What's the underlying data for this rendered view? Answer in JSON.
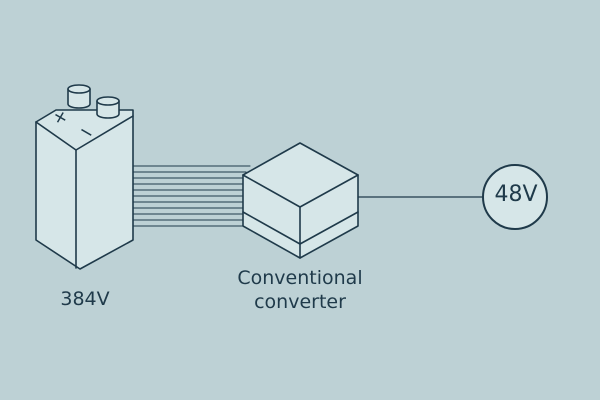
{
  "colors": {
    "background": "#bdd1d5",
    "stroke": "#1f3a4a",
    "fill": "#d6e6e8"
  },
  "battery": {
    "icon": "battery-icon",
    "voltage_label": "384V",
    "plus_sign": "+",
    "minus_sign": "−"
  },
  "converter": {
    "icon": "converter-box-icon",
    "label_line1": "Conventional",
    "label_line2": "converter"
  },
  "output": {
    "icon": "circle-icon",
    "voltage_label": "48V"
  }
}
